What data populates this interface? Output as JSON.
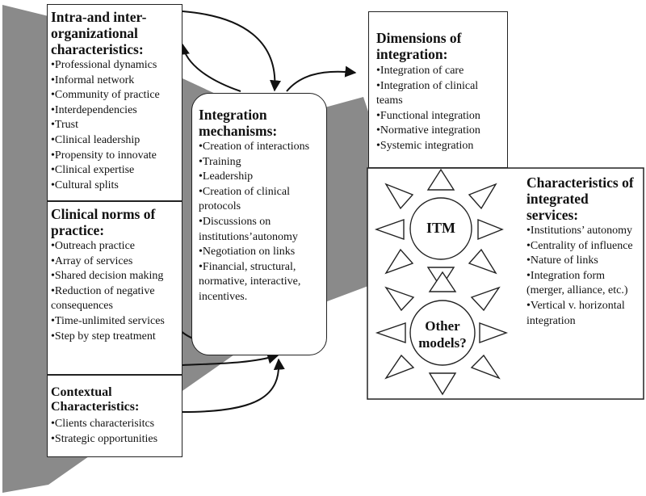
{
  "intra_inter": {
    "title": "Intra-and inter-organizational characteristics:",
    "items": [
      "•Professional dynamics",
      "•Informal network",
      "•Community of practice",
      "•Interdependencies",
      "•Trust",
      "•Clinical leadership",
      "•Propensity to innovate",
      "•Clinical expertise",
      "•Cultural splits"
    ]
  },
  "clinical_norms": {
    "title": "Clinical norms of practice:",
    "items": [
      "•Outreach practice",
      "•Array of services",
      "•Shared decision making",
      "•Reduction of negative consequences",
      "•Time-unlimited services",
      "•Step by step treatment"
    ]
  },
  "contextual": {
    "title": "Contextual Characteristics:",
    "items": [
      "•Clients characterisitcs",
      "•Strategic opportunities"
    ]
  },
  "mechanisms": {
    "title": "Integration mechanisms:",
    "items": [
      "•Creation of interactions",
      "•Training",
      "•Leadership",
      "•Creation of clinical protocols",
      "•Discussions on institutions’autonomy",
      "•Negotiation on links",
      "•Financial, structural, normative, interactive, incentives."
    ]
  },
  "dimensions": {
    "title": "Dimensions of integration:",
    "items": [
      "•Integration of care",
      "•Integration of clinical teams",
      "•Functional integration",
      "•Normative integration",
      "•Systemic integration"
    ]
  },
  "integrated_services": {
    "title": "Characteristics of integrated services:",
    "items": [
      "•Institutions’ autonomy",
      "•Centrality of influence",
      "•Nature of links",
      "•Integration form (merger, alliance, etc.)",
      "•Vertical v. horizontal integration"
    ]
  },
  "sun_top": {
    "label": "ITM"
  },
  "sun_bottom": {
    "label": "Other models?"
  },
  "colors": {
    "funnel": "#8a8a8a",
    "border": "#222222"
  }
}
